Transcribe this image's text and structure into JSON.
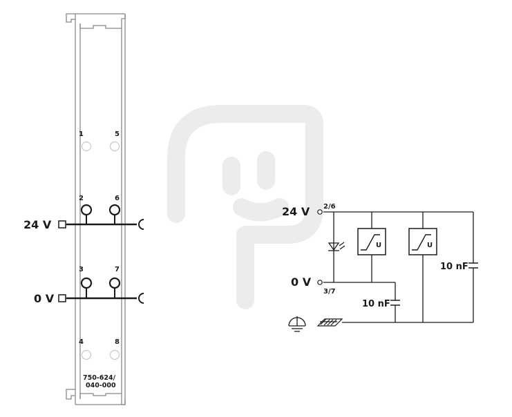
{
  "module": {
    "part_number_line1": "750-624/",
    "part_number_line2": "040-000",
    "terminal_numbers": [
      "1",
      "5",
      "2",
      "6",
      "3",
      "7",
      "4",
      "8"
    ],
    "label_24v": "24 V",
    "label_0v": "0 V"
  },
  "schematic": {
    "label_24v": "24 V",
    "label_0v": "0 V",
    "pin_24v": "2/6",
    "pin_0v": "3/7",
    "cap_label_1": "10 nF",
    "cap_label_2": "10 nF",
    "surge_label_1": "U",
    "surge_label_2": "U"
  },
  "colors": {
    "line": "#1a1a1a",
    "module_outline": "#888888",
    "watermark": "#ececec"
  },
  "icons": [
    "ground-icon",
    "din-rail-icon",
    "led-icon",
    "watermark-plug-logo"
  ]
}
